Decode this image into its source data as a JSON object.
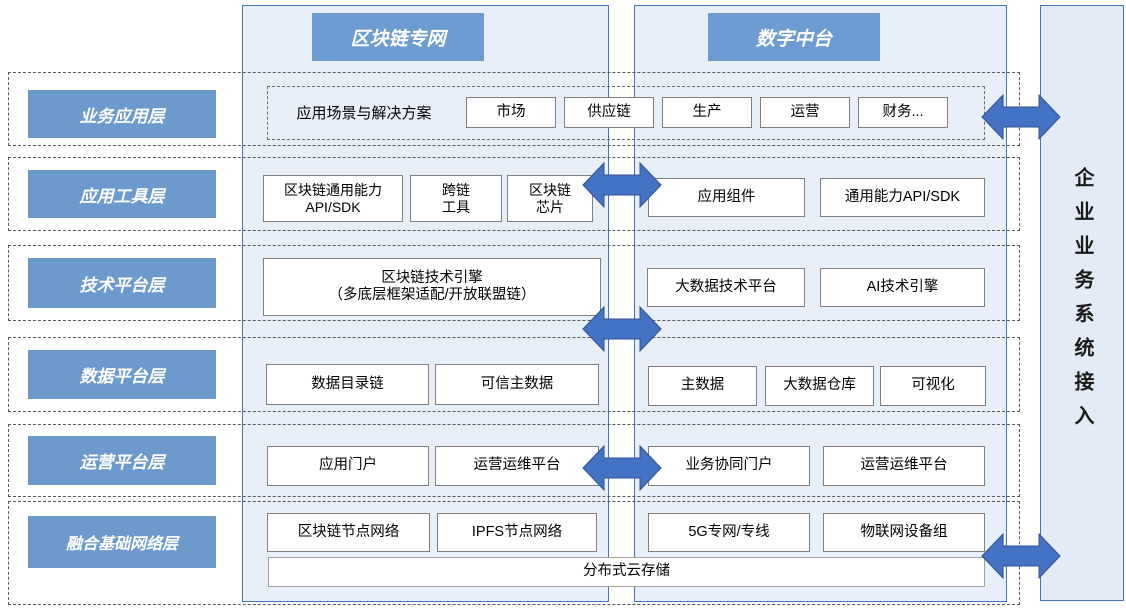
{
  "colors": {
    "accent": "#4472C4",
    "arrow_fill": "#4472C4",
    "header_fill": "#6D9CD2",
    "layer_label_fill": "#6C9ACC",
    "panel_fill": "#E9EFF9",
    "sidebar_fill": "#E3EBF6",
    "box_border": "#7F7F7F",
    "dashed_border": "#595959"
  },
  "columns": {
    "blockchain": {
      "title": "区块链专网"
    },
    "digital": {
      "title": "数字中台"
    }
  },
  "sidebar": {
    "title": "企业业务系统接入"
  },
  "layers": [
    {
      "label": "业务应用层",
      "shared": {
        "prefix": "应用场景与解决方案",
        "items": [
          "市场",
          "供应链",
          "生产",
          "运营",
          "财务..."
        ]
      }
    },
    {
      "label": "应用工具层",
      "blockchain": [
        {
          "line1": "区块链通用能力",
          "line2": "API/SDK"
        },
        {
          "line1": "跨链",
          "line2": "工具"
        },
        {
          "line1": "区块链",
          "line2": "芯片"
        }
      ],
      "digital": [
        "应用组件",
        "通用能力API/SDK"
      ]
    },
    {
      "label": "技术平台层",
      "blockchain_engine": {
        "line1": "区块链技术引擎",
        "line2": "（多底层框架适配/开放联盟链）"
      },
      "digital": [
        "大数据技术平台",
        "AI技术引擎"
      ]
    },
    {
      "label": "数据平台层",
      "blockchain": [
        "数据目录链",
        "可信主数据"
      ],
      "digital": [
        "主数据",
        "大数据仓库",
        "可视化"
      ]
    },
    {
      "label": "运营平台层",
      "blockchain": [
        "应用门户",
        "运营运维平台"
      ],
      "digital": [
        "业务协同门户",
        "运营运维平台"
      ]
    },
    {
      "label": "融合基础网络层",
      "blockchain": [
        "区块链节点网络",
        "IPFS节点网络"
      ],
      "digital": [
        "5G专网/专线",
        "物联网设备组"
      ],
      "shared_bottom": "分布式云存储"
    }
  ]
}
